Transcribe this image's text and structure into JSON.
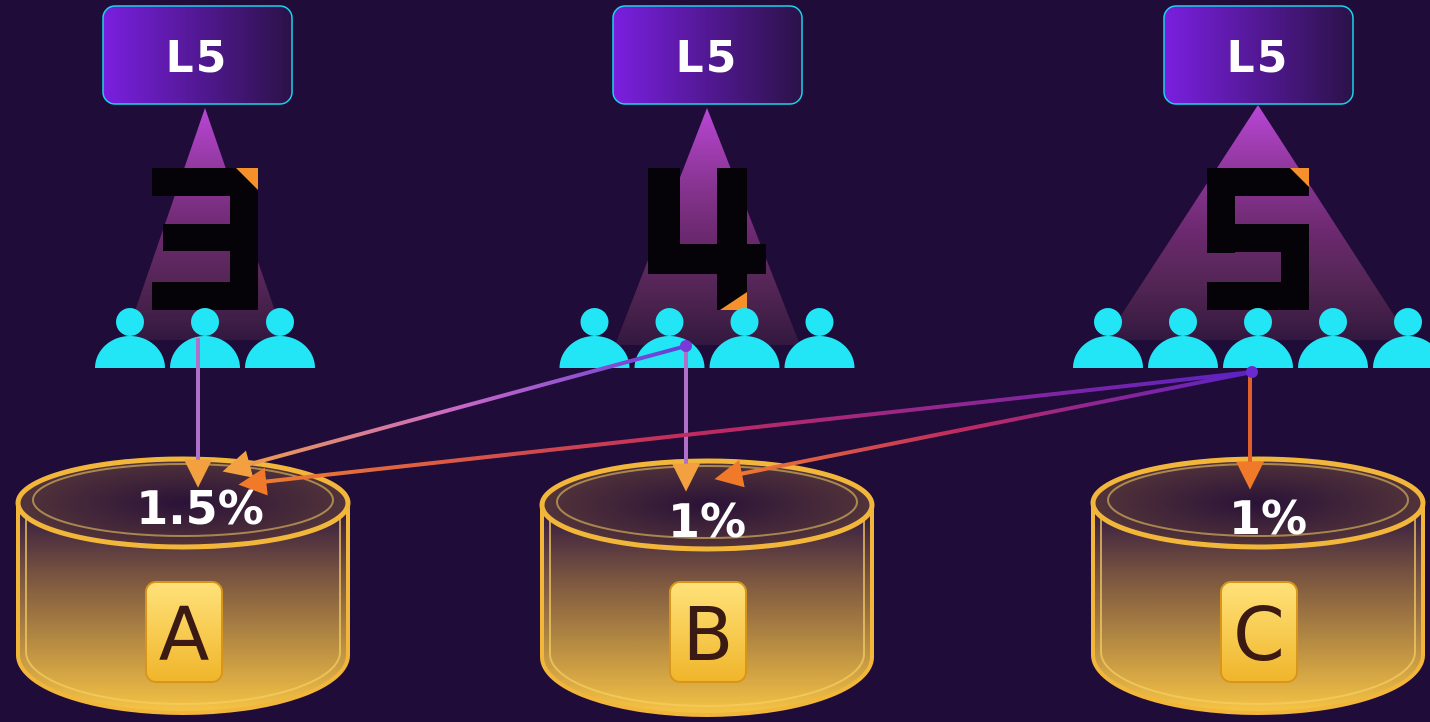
{
  "groups": [
    {
      "level": "L5",
      "digit": "3",
      "people": 3
    },
    {
      "level": "L5",
      "digit": "4",
      "people": 4
    },
    {
      "level": "L5",
      "digit": "5",
      "people": 5
    }
  ],
  "pools": [
    {
      "letter": "A",
      "rate": "1.5%"
    },
    {
      "letter": "B",
      "rate": "1%"
    },
    {
      "letter": "C",
      "rate": "1%"
    }
  ],
  "flows": [
    {
      "from": "3",
      "to": "A"
    },
    {
      "from": "4",
      "to": "A"
    },
    {
      "from": "4",
      "to": "B"
    },
    {
      "from": "5",
      "to": "A"
    },
    {
      "from": "5",
      "to": "B"
    },
    {
      "from": "5",
      "to": "C"
    }
  ],
  "colors": {
    "background": "#1f0c38",
    "people": "#22e6f5",
    "badge_start": "#7a1fe0",
    "badge_end": "#2b1248",
    "badge_border": "#19d6ea",
    "spotlight": "#b23fd6",
    "pool_gold": "#f2b63a",
    "tile_gold": "#f6c94a"
  }
}
